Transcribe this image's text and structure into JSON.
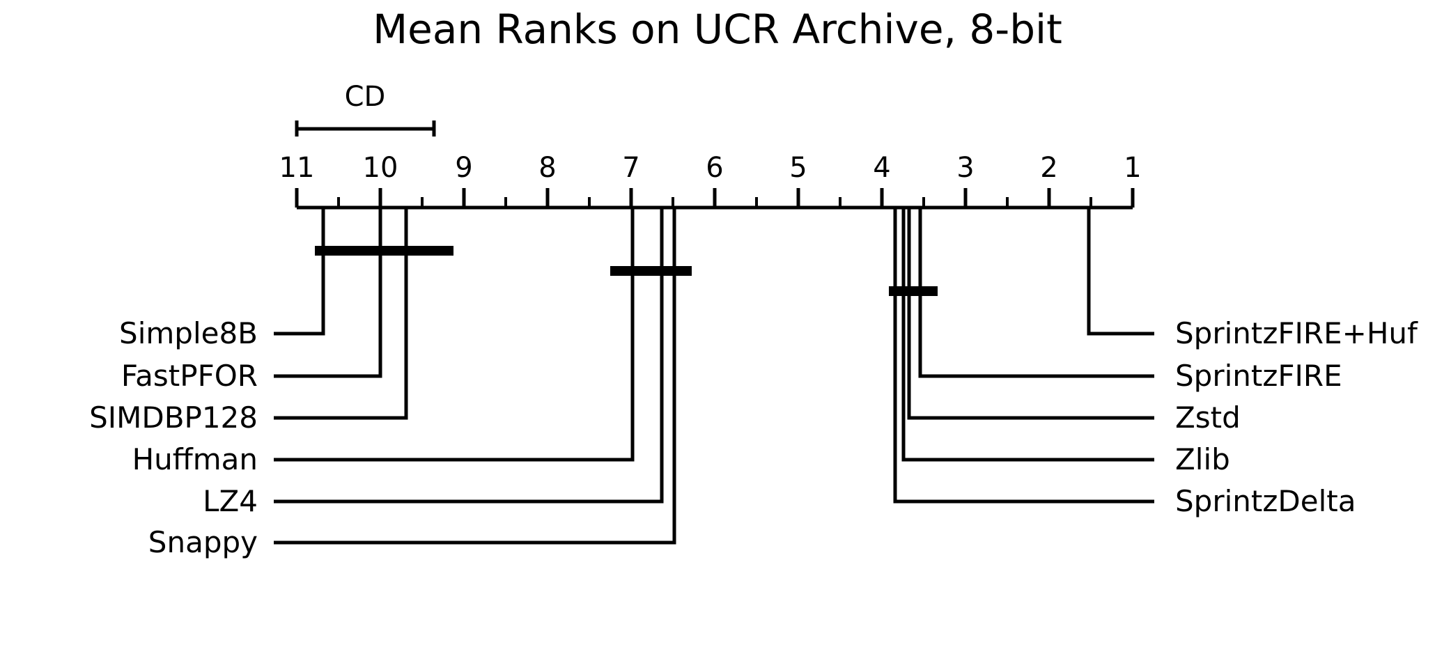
{
  "chart_data": {
    "type": "line",
    "title": "Mean Ranks on UCR Archive, 8-bit",
    "subtitle": "",
    "xlabel": "",
    "ylabel": "",
    "diagram_kind": "critical-difference",
    "axis": {
      "ticks": [
        "11",
        "10",
        "9",
        "8",
        "7",
        "6",
        "5",
        "4",
        "3",
        "2",
        "1"
      ],
      "tick_values": [
        11,
        10,
        9,
        8,
        7,
        6,
        5,
        4,
        3,
        2,
        1
      ],
      "minor_ticks_per_interval": 1,
      "range_left": 11,
      "range_right": 1,
      "direction": "descending-left-to-right",
      "grid": false
    },
    "cd": {
      "label": "CD",
      "value": 1.64,
      "span_from_rank": 11.0,
      "span_to_rank": 9.36
    },
    "legend": {
      "position": "none"
    },
    "categories": [
      "Simple8B",
      "FastPFOR",
      "SIMDBP128",
      "Huffman",
      "LZ4",
      "Snappy",
      "SprintzDelta",
      "Zlib",
      "Zstd",
      "SprintzFIRE",
      "SprintzFIRE+Huf"
    ],
    "values": [
      10.68,
      10.0,
      9.69,
      6.98,
      6.63,
      6.48,
      3.63,
      3.55,
      3.42,
      3.37,
      1.52
    ],
    "left_methods": [
      {
        "label": "Simple8B",
        "rank": 10.68
      },
      {
        "label": "FastPFOR",
        "rank": 10.0
      },
      {
        "label": "SIMDBP128",
        "rank": 9.69
      },
      {
        "label": "Huffman",
        "rank": 6.98
      },
      {
        "label": "LZ4",
        "rank": 6.63
      },
      {
        "label": "Snappy",
        "rank": 6.48
      }
    ],
    "right_methods": [
      {
        "label": "SprintzFIRE+Huf",
        "rank": 1.52
      },
      {
        "label": "SprintzFIRE",
        "rank": 3.37
      },
      {
        "label": "Zstd",
        "rank": 3.42
      },
      {
        "label": "Zlib",
        "rank": 3.55
      },
      {
        "label": "SprintzDelta",
        "rank": 3.63
      }
    ],
    "cliques": [
      {
        "from_rank": 10.79,
        "to_rank": 9.15,
        "members": [
          "Simple8B",
          "FastPFOR",
          "SIMDBP128"
        ]
      },
      {
        "from_rank": 7.25,
        "to_rank": 6.27,
        "members": [
          "Huffman",
          "LZ4",
          "Snappy"
        ]
      },
      {
        "from_rank": 3.92,
        "to_rank": 3.33,
        "members": [
          "SprintzDelta",
          "Zlib",
          "Zstd",
          "SprintzFIRE"
        ]
      }
    ]
  },
  "colors": {
    "background": "#ffffff",
    "foreground": "#000000",
    "clique_bar": "#000000"
  }
}
